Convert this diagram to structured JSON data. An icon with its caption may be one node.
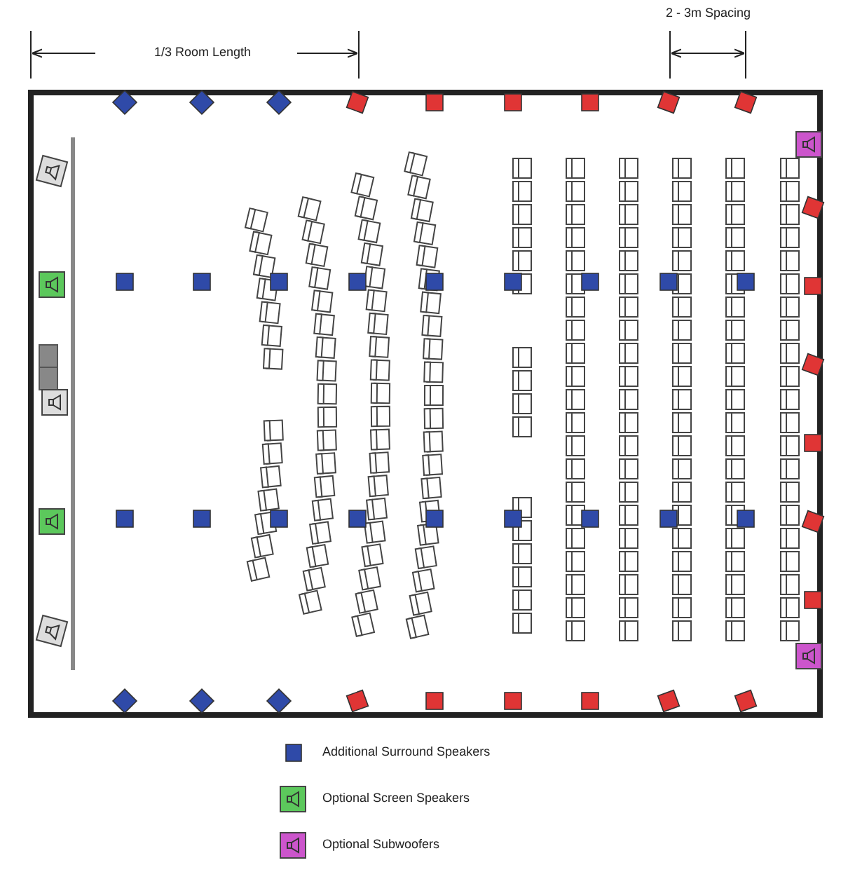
{
  "diagram": {
    "labels": [
      "1/3 Room Length",
      "2 - 3m Spacing"
    ],
    "legend": [
      {
        "text": "Additional Surround Speakers",
        "color": "#2f4aa8"
      },
      {
        "text": "Optional Screen Speakers"
      },
      {
        "text": "Optional Subwoofers"
      }
    ]
  }
}
